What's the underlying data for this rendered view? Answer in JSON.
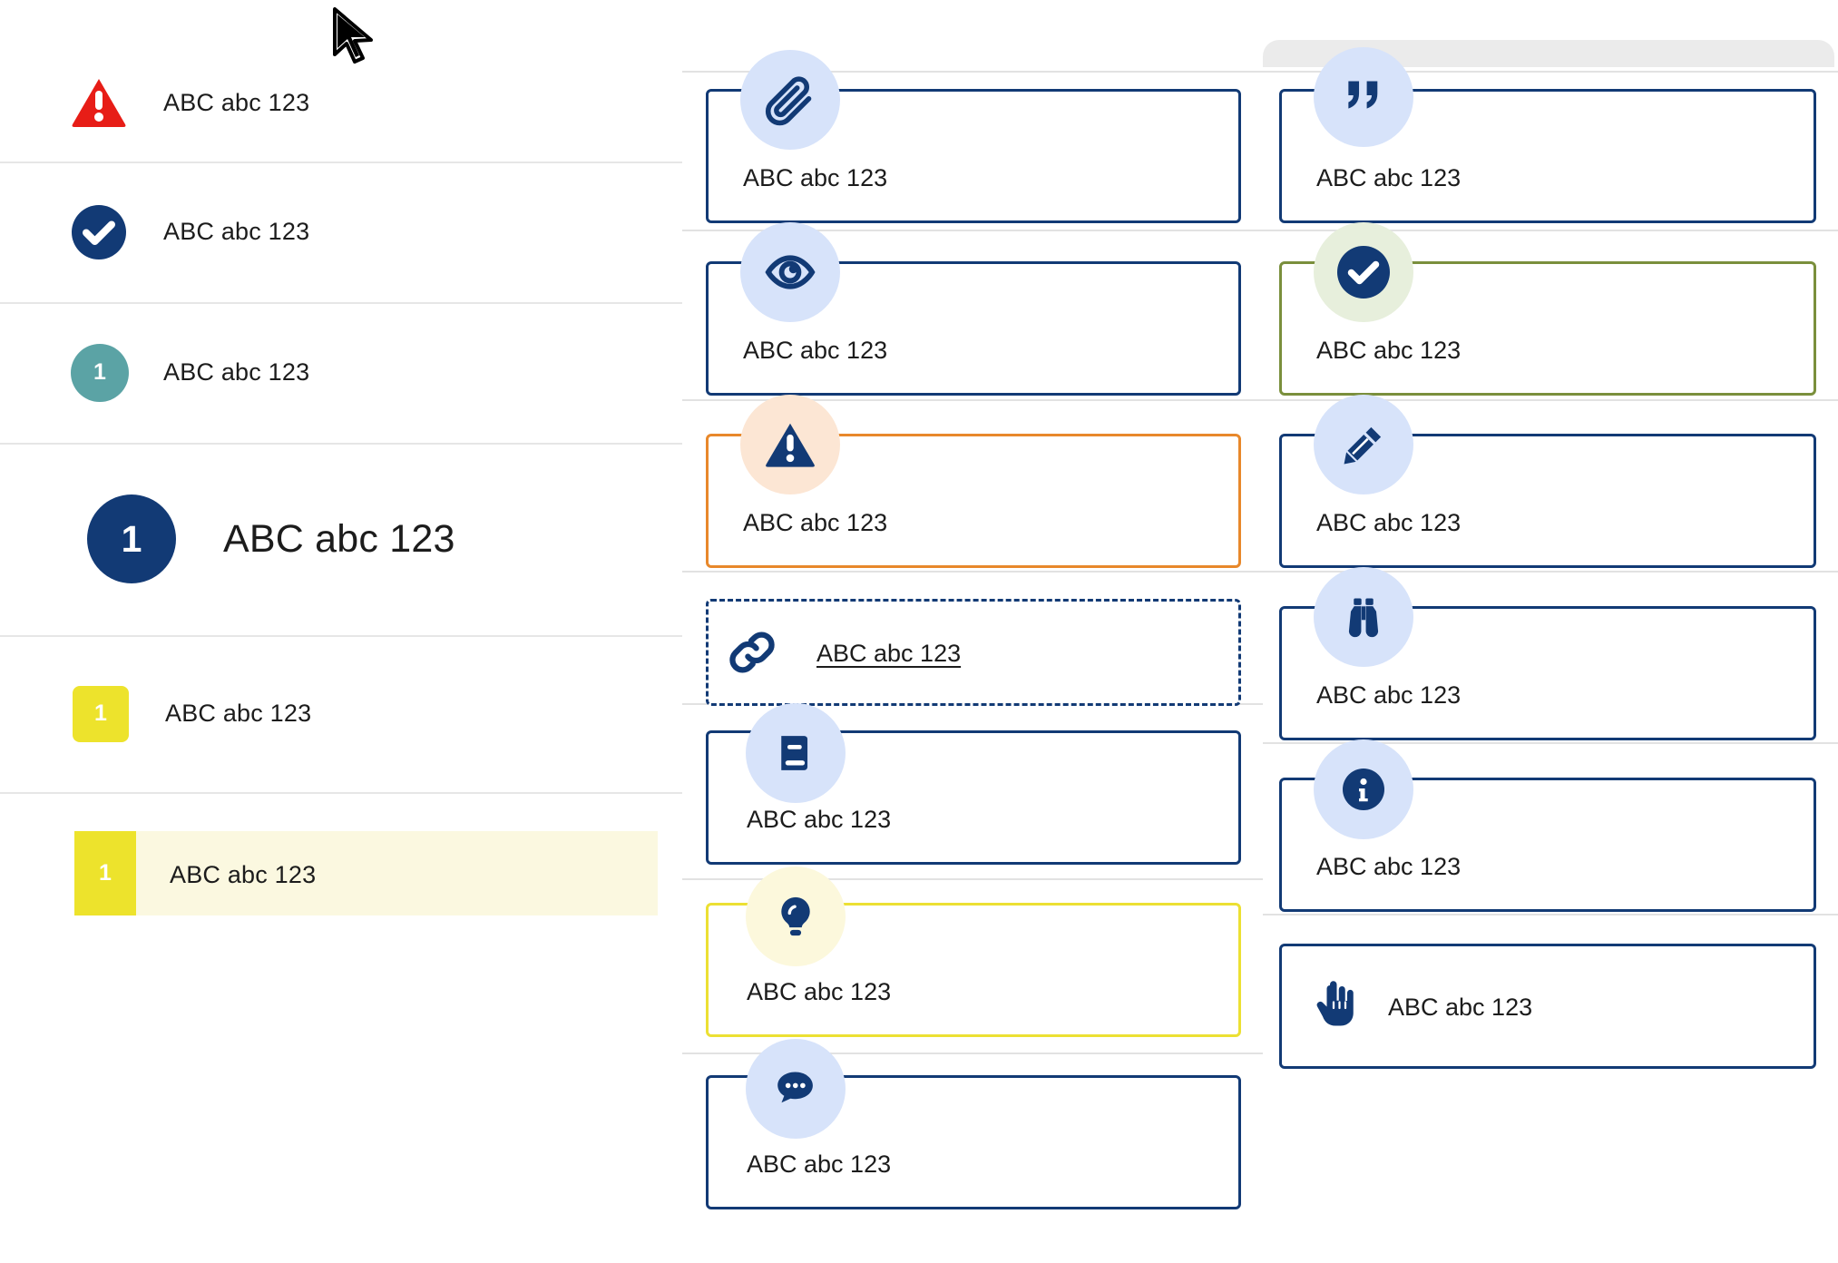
{
  "left_panel": {
    "rows": [
      {
        "id": "alert-row",
        "mark": "warning-triangle-icon",
        "mark_text": "",
        "label": "ABC abc 123",
        "size": "normal",
        "highlighted": false
      },
      {
        "id": "check-row",
        "mark": "check-circle-icon",
        "mark_text": "",
        "label": "ABC abc 123",
        "size": "normal",
        "highlighted": false
      },
      {
        "id": "teal-badge-row",
        "mark": "number-badge-circle",
        "mark_text": "1",
        "label": "ABC abc 123",
        "size": "normal",
        "highlighted": false
      },
      {
        "id": "primary-row",
        "mark": "number-badge-circle",
        "mark_text": "1",
        "label": "ABC abc 123",
        "size": "big",
        "highlighted": false
      },
      {
        "id": "yellow-badge-row",
        "mark": "number-badge-square",
        "mark_text": "1",
        "label": "ABC abc 123",
        "size": "normal",
        "highlighted": false
      },
      {
        "id": "selected-row",
        "mark": "number-badge-square",
        "mark_text": "1",
        "label": "ABC abc 123",
        "size": "normal",
        "highlighted": true
      }
    ]
  },
  "middle_column": {
    "cards": [
      {
        "id": "attachment-card",
        "icon": "paperclip-icon",
        "label": "ABC abc 123",
        "border_style": "solid",
        "border_color": "#123a75",
        "bubble_color": "#d7e3fa",
        "icon_color": "#123a75",
        "underlined": false,
        "inline": false
      },
      {
        "id": "preview-card",
        "icon": "eye-icon",
        "label": "ABC abc 123",
        "border_style": "solid",
        "border_color": "#123a75",
        "bubble_color": "#d7e3fa",
        "icon_color": "#123a75",
        "underlined": false,
        "inline": false
      },
      {
        "id": "warning-card",
        "icon": "warning-triangle-icon",
        "label": "ABC abc 123",
        "border_style": "solid",
        "border_color": "#e8882b",
        "bubble_color": "#fce6d4",
        "icon_color": "#123a75",
        "underlined": false,
        "inline": false
      },
      {
        "id": "link-card",
        "icon": "chain-link-icon",
        "label": "ABC abc 123",
        "border_style": "dashed",
        "border_color": "#123a75",
        "bubble_color": "transparent",
        "icon_color": "#123a75",
        "underlined": true,
        "inline": true
      },
      {
        "id": "book-card",
        "icon": "book-icon",
        "label": "ABC abc 123",
        "border_style": "solid",
        "border_color": "#123a75",
        "bubble_color": "#d7e3fa",
        "icon_color": "#123a75",
        "underlined": false,
        "inline": false
      },
      {
        "id": "idea-card",
        "icon": "lightbulb-icon",
        "label": "ABC abc 123",
        "border_style": "solid",
        "border_color": "#ece033",
        "bubble_color": "#fcf8dc",
        "icon_color": "#123a75",
        "underlined": false,
        "inline": false
      },
      {
        "id": "comment-card",
        "icon": "comment-dots-icon",
        "label": "ABC abc 123",
        "border_style": "solid",
        "border_color": "#123a75",
        "bubble_color": "#d7e3fa",
        "icon_color": "#123a75",
        "underlined": false,
        "inline": false
      }
    ]
  },
  "right_column": {
    "cards": [
      {
        "id": "quote-card",
        "icon": "quote-icon",
        "label": "ABC abc 123",
        "border_style": "solid",
        "border_color": "#123a75",
        "bubble_color": "#d7e3fa",
        "icon_color": "#123a75",
        "underlined": false,
        "inline": false
      },
      {
        "id": "success-card",
        "icon": "check-circle-icon",
        "label": "ABC abc 123",
        "border_style": "solid",
        "border_color": "#7a8f3c",
        "bubble_color": "#e7efdc",
        "icon_color": "#123a75",
        "underlined": false,
        "inline": false
      },
      {
        "id": "edit-card",
        "icon": "pencil-icon",
        "label": "ABC abc 123",
        "border_style": "solid",
        "border_color": "#123a75",
        "bubble_color": "#d7e3fa",
        "icon_color": "#123a75",
        "underlined": false,
        "inline": false
      },
      {
        "id": "explore-card",
        "icon": "binoculars-icon",
        "label": "ABC abc 123",
        "border_style": "solid",
        "border_color": "#123a75",
        "bubble_color": "#d7e3fa",
        "icon_color": "#123a75",
        "underlined": false,
        "inline": false
      },
      {
        "id": "info-card",
        "icon": "info-circle-icon",
        "label": "ABC abc 123",
        "border_style": "solid",
        "border_color": "#123a75",
        "bubble_color": "#d7e3fa",
        "icon_color": "#123a75",
        "underlined": false,
        "inline": false
      },
      {
        "id": "action-card",
        "icon": "pointing-hand-icon",
        "label": "ABC abc 123",
        "border_style": "solid",
        "border_color": "#123a75",
        "bubble_color": "transparent",
        "icon_color": "#123a75",
        "underlined": false,
        "inline": true
      }
    ]
  },
  "colors": {
    "navy": "#123a75",
    "alert_red": "#e71d17",
    "teal": "#5ba3a5",
    "yellow": "#ede32c",
    "orange": "#e8882b",
    "olive": "#7a8f3c",
    "highlight_bg": "#fbf8e0",
    "bubble_blue": "#d7e3fa",
    "divider": "#e6e6e6"
  }
}
